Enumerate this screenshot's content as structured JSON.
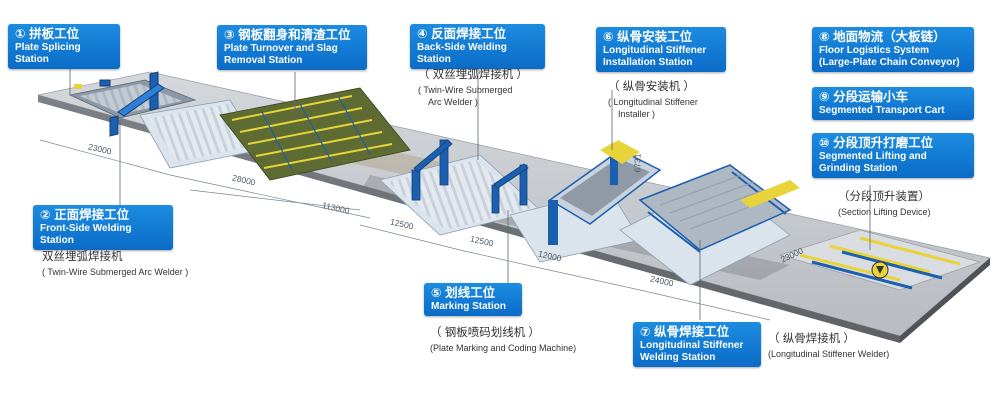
{
  "stations": {
    "s1": {
      "num": "①",
      "zh": "拼板工位",
      "en": "Plate Splicing Station"
    },
    "s2": {
      "num": "②",
      "zh": "正面焊接工位",
      "en": "Front-Side Welding Station"
    },
    "s3": {
      "num": "③",
      "zh": "钢板翻身和清渣工位",
      "en": "Plate Turnover and Slag",
      "en2": "Removal Station"
    },
    "s4": {
      "num": "④",
      "zh": "反面焊接工位",
      "en": "Back-Side Welding Station"
    },
    "s5": {
      "num": "⑤",
      "zh": "划线工位",
      "en": "Marking Station"
    },
    "s6": {
      "num": "⑥",
      "zh": "纵骨安装工位",
      "en": "Longitudinal Stiffener",
      "en2": "Installation Station"
    },
    "s7": {
      "num": "⑦",
      "zh": "纵骨焊接工位",
      "en": "Longitudinal Stiffener",
      "en2": "Welding Station"
    },
    "s8": {
      "num": "⑧",
      "zh": "地面物流（大板链）",
      "en": "Floor Logistics System",
      "en2": "(Large-Plate Chain Conveyor)"
    },
    "s9": {
      "num": "⑨",
      "zh": "分段运输小车",
      "en": "Segmented Transport Cart"
    },
    "s10": {
      "num": "⑩",
      "zh": "分段顶升打磨工位",
      "en": "Segmented Lifting and",
      "en2": "Grinding Station"
    }
  },
  "equipment": {
    "e2": {
      "zh": "双丝埋弧焊接机",
      "en": "( Twin-Wire Submerged Arc Welder )"
    },
    "e4": {
      "zh": "（ 双丝埋弧焊接机 ）",
      "en1": "( Twin-Wire Submerged",
      "en2": "Arc Welder )"
    },
    "e5": {
      "zh": "（ 钢板喷码划线机 ）",
      "en": "(Plate Marking and Coding Machine)"
    },
    "e6": {
      "zh": "（ 纵骨安装机 ）",
      "en1": "( Longitudinal Stiffener",
      "en2": "Installer )"
    },
    "e7": {
      "zh": "（ 纵骨焊接机 ）",
      "en": "(Longitudinal Stiffener Welder)"
    },
    "e10": {
      "zh": "（分段顶升装置）",
      "en": "(Section Lifting Device)"
    }
  },
  "dimensions": {
    "d1": "23000",
    "d2": "28000",
    "d3": "113000",
    "d4": "12500",
    "d5": "12500",
    "d6": "12000",
    "d7": "24000",
    "d8": "6731",
    "d9": "23000"
  },
  "colors": {
    "callout": "#0b6cc8",
    "floor": "#c9ccd0",
    "frame": "#1b5fb0",
    "platform": "#dbe3ec",
    "accent_yellow": "#e8d43a"
  }
}
